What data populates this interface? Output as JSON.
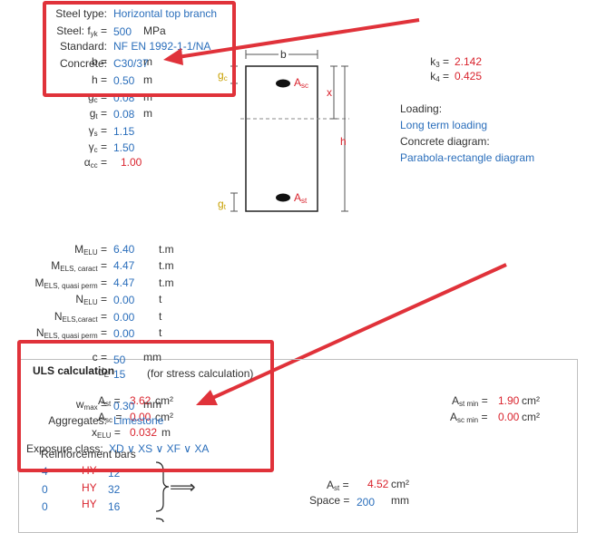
{
  "top_params": {
    "steel_type_label": "Steel type:",
    "steel_type_value": "Horizontal top branch",
    "fyk_label": "Steel: f",
    "fyk_sub": "yk",
    "fyk_eq": " =",
    "fyk_value": "500",
    "fyk_unit": "MPa",
    "standard_label": "Standard:",
    "standard_value": "NF EN 1992-1-1/NA",
    "concrete_label": "Concrete:",
    "concrete_value": "C30/37",
    "b_label": "b =",
    "b_unit": "m",
    "h_label": "h =",
    "h_value": "0.50",
    "h_unit": "m",
    "gc_label": "g",
    "gc_sub": "c",
    "gc_eq": " =",
    "gc_value": "0.08",
    "gc_unit": "m",
    "gt_label": "g",
    "gt_sub": "t",
    "gt_eq": " =",
    "gt_value": "0.08",
    "gt_unit": "m",
    "gs_label": "γ",
    "gs_sub": "s",
    "gs_eq": " =",
    "gs_value": "1.15",
    "gcc_label": "γ",
    "gcc_sub": "c",
    "gcc_eq": " =",
    "gcc_value": "1.50",
    "acc_label": "α",
    "acc_sub": "cc",
    "acc_eq": " =",
    "acc_value": "1.00"
  },
  "diagram": {
    "b": "b",
    "gc": "g",
    "gc_sub": "c",
    "gt": "g",
    "gt_sub": "t",
    "asc": "A",
    "asc_sub": "sc",
    "ast": "A",
    "ast_sub": "st",
    "x": "x",
    "h": "h"
  },
  "coeffs": {
    "k3_label": "k",
    "k3_sub": "3",
    "k3_eq": " =",
    "k3_value": "2.142",
    "k4_label": "k",
    "k4_sub": "4",
    "k4_eq": " =",
    "k4_value": "0.425"
  },
  "loading": {
    "loading_label": "Loading:",
    "loading_value": "Long term loading",
    "diagram_label": "Concrete diagram:",
    "diagram_value": "Parabola-rectangle diagram"
  },
  "forces": [
    {
      "label": "M",
      "sub": "ELU",
      "value": "6.40",
      "unit": "t.m"
    },
    {
      "label": "M",
      "sub": "ELS, caract",
      "value": "4.47",
      "unit": "t.m"
    },
    {
      "label": "M",
      "sub": "ELS, quasi perm",
      "value": "4.47",
      "unit": "t.m"
    },
    {
      "label": "N",
      "sub": "ELU",
      "value": "0.00",
      "unit": "t"
    },
    {
      "label": "N",
      "sub": "ELS,caract",
      "value": "0.00",
      "unit": "t"
    },
    {
      "label": "N",
      "sub": "ELS, quasi perm",
      "value": "0.00",
      "unit": "t"
    }
  ],
  "cover": {
    "c_label": "c =",
    "c_value": "50",
    "c_unit": "mm",
    "de_label": "d",
    "de_sub": "E",
    "de_value": "15",
    "de_note": "(for stress calculation)"
  },
  "uls": {
    "title": "ULS calculation",
    "ast_label": "A",
    "ast_sub": "st",
    "ast_value": "3.62",
    "ast_unit": "cm²",
    "asc_label": "A",
    "asc_sub": "sc",
    "asc_value": "0.00",
    "asc_unit": "cm²",
    "wmax_label": "w",
    "wmax_sub": "max",
    "wmax_value": "0.30",
    "wmax_unit": "mm",
    "aggregates_label": "Aggregates:",
    "aggregates_value": "Limestone",
    "xelu_label": "x",
    "xelu_sub": "ELU",
    "xelu_value": "0.032",
    "xelu_unit": "m",
    "exposure_label": "Exposure class:",
    "exposure_value": "XD ∨ XS ∨ XF ∨ XA",
    "reinf_title": "Reinforcement bars",
    "bars": [
      {
        "n": "4",
        "type": "HY",
        "dia": "12"
      },
      {
        "n": "0",
        "type": "HY",
        "dia": "32"
      },
      {
        "n": "0",
        "type": "HY",
        "dia": "16"
      }
    ],
    "ast_min_label": "A",
    "ast_min_sub": "st min",
    "ast_min_value": "1.90",
    "ast_min_unit": "cm²",
    "asc_min_label": "A",
    "asc_min_sub": "sc min",
    "asc_min_value": "0.00",
    "asc_min_unit": "cm²",
    "ast_res_label": "A",
    "ast_res_sub": "st",
    "ast_res_value": "4.52",
    "ast_res_unit": "cm²",
    "space_label": "Space =",
    "space_value": "200",
    "space_unit": "mm"
  },
  "arrow_symbol": "⟹"
}
